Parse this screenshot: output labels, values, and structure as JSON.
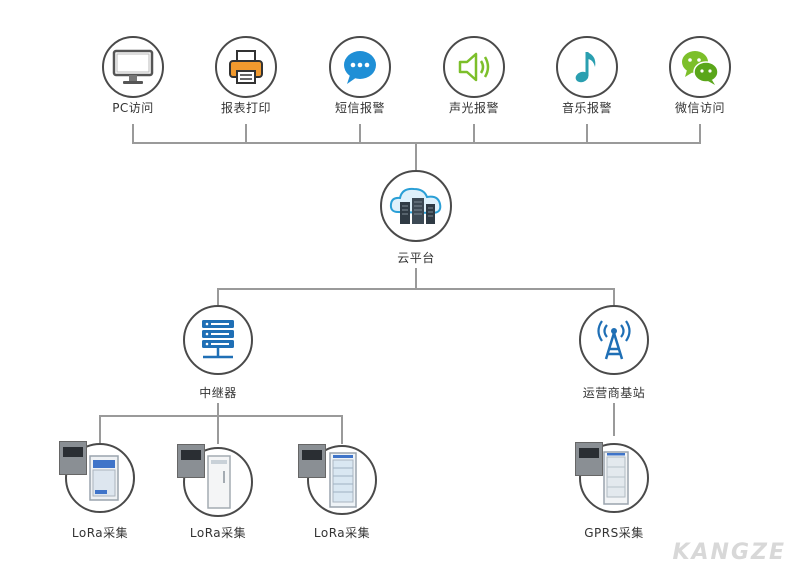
{
  "top_nodes": [
    {
      "id": "pc",
      "label": "PC访问",
      "icon": "monitor-icon"
    },
    {
      "id": "print",
      "label": "报表打印",
      "icon": "printer-icon"
    },
    {
      "id": "sms",
      "label": "短信报警",
      "icon": "chat-bubble-icon"
    },
    {
      "id": "sound",
      "label": "声光报警",
      "icon": "speaker-icon"
    },
    {
      "id": "music",
      "label": "音乐报警",
      "icon": "music-note-icon"
    },
    {
      "id": "wechat",
      "label": "微信访问",
      "icon": "wechat-icon"
    }
  ],
  "cloud": {
    "label": "云平台",
    "icon": "cloud-server-icon"
  },
  "middle_nodes": [
    {
      "id": "relay",
      "label": "中继器",
      "icon": "server-rack-icon"
    },
    {
      "id": "tower",
      "label": "运营商基站",
      "icon": "signal-tower-icon"
    }
  ],
  "bottom_nodes": [
    {
      "id": "lora1",
      "label": "LoRa采集",
      "icon": "freezer-icon"
    },
    {
      "id": "lora2",
      "label": "LoRa采集",
      "icon": "fridge-icon"
    },
    {
      "id": "lora3",
      "label": "LoRa采集",
      "icon": "glass-door-fridge-icon"
    },
    {
      "id": "gprs",
      "label": "GPRS采集",
      "icon": "medical-fridge-icon"
    }
  ],
  "watermark": "KANGZE",
  "colors": {
    "line": "#9a9a9a",
    "circle_border": "#4a4a4a",
    "label": "#333333",
    "accent_blue": "#1f6fb5",
    "accent_green": "#7cbf2a",
    "accent_teal": "#2a9fb0"
  }
}
